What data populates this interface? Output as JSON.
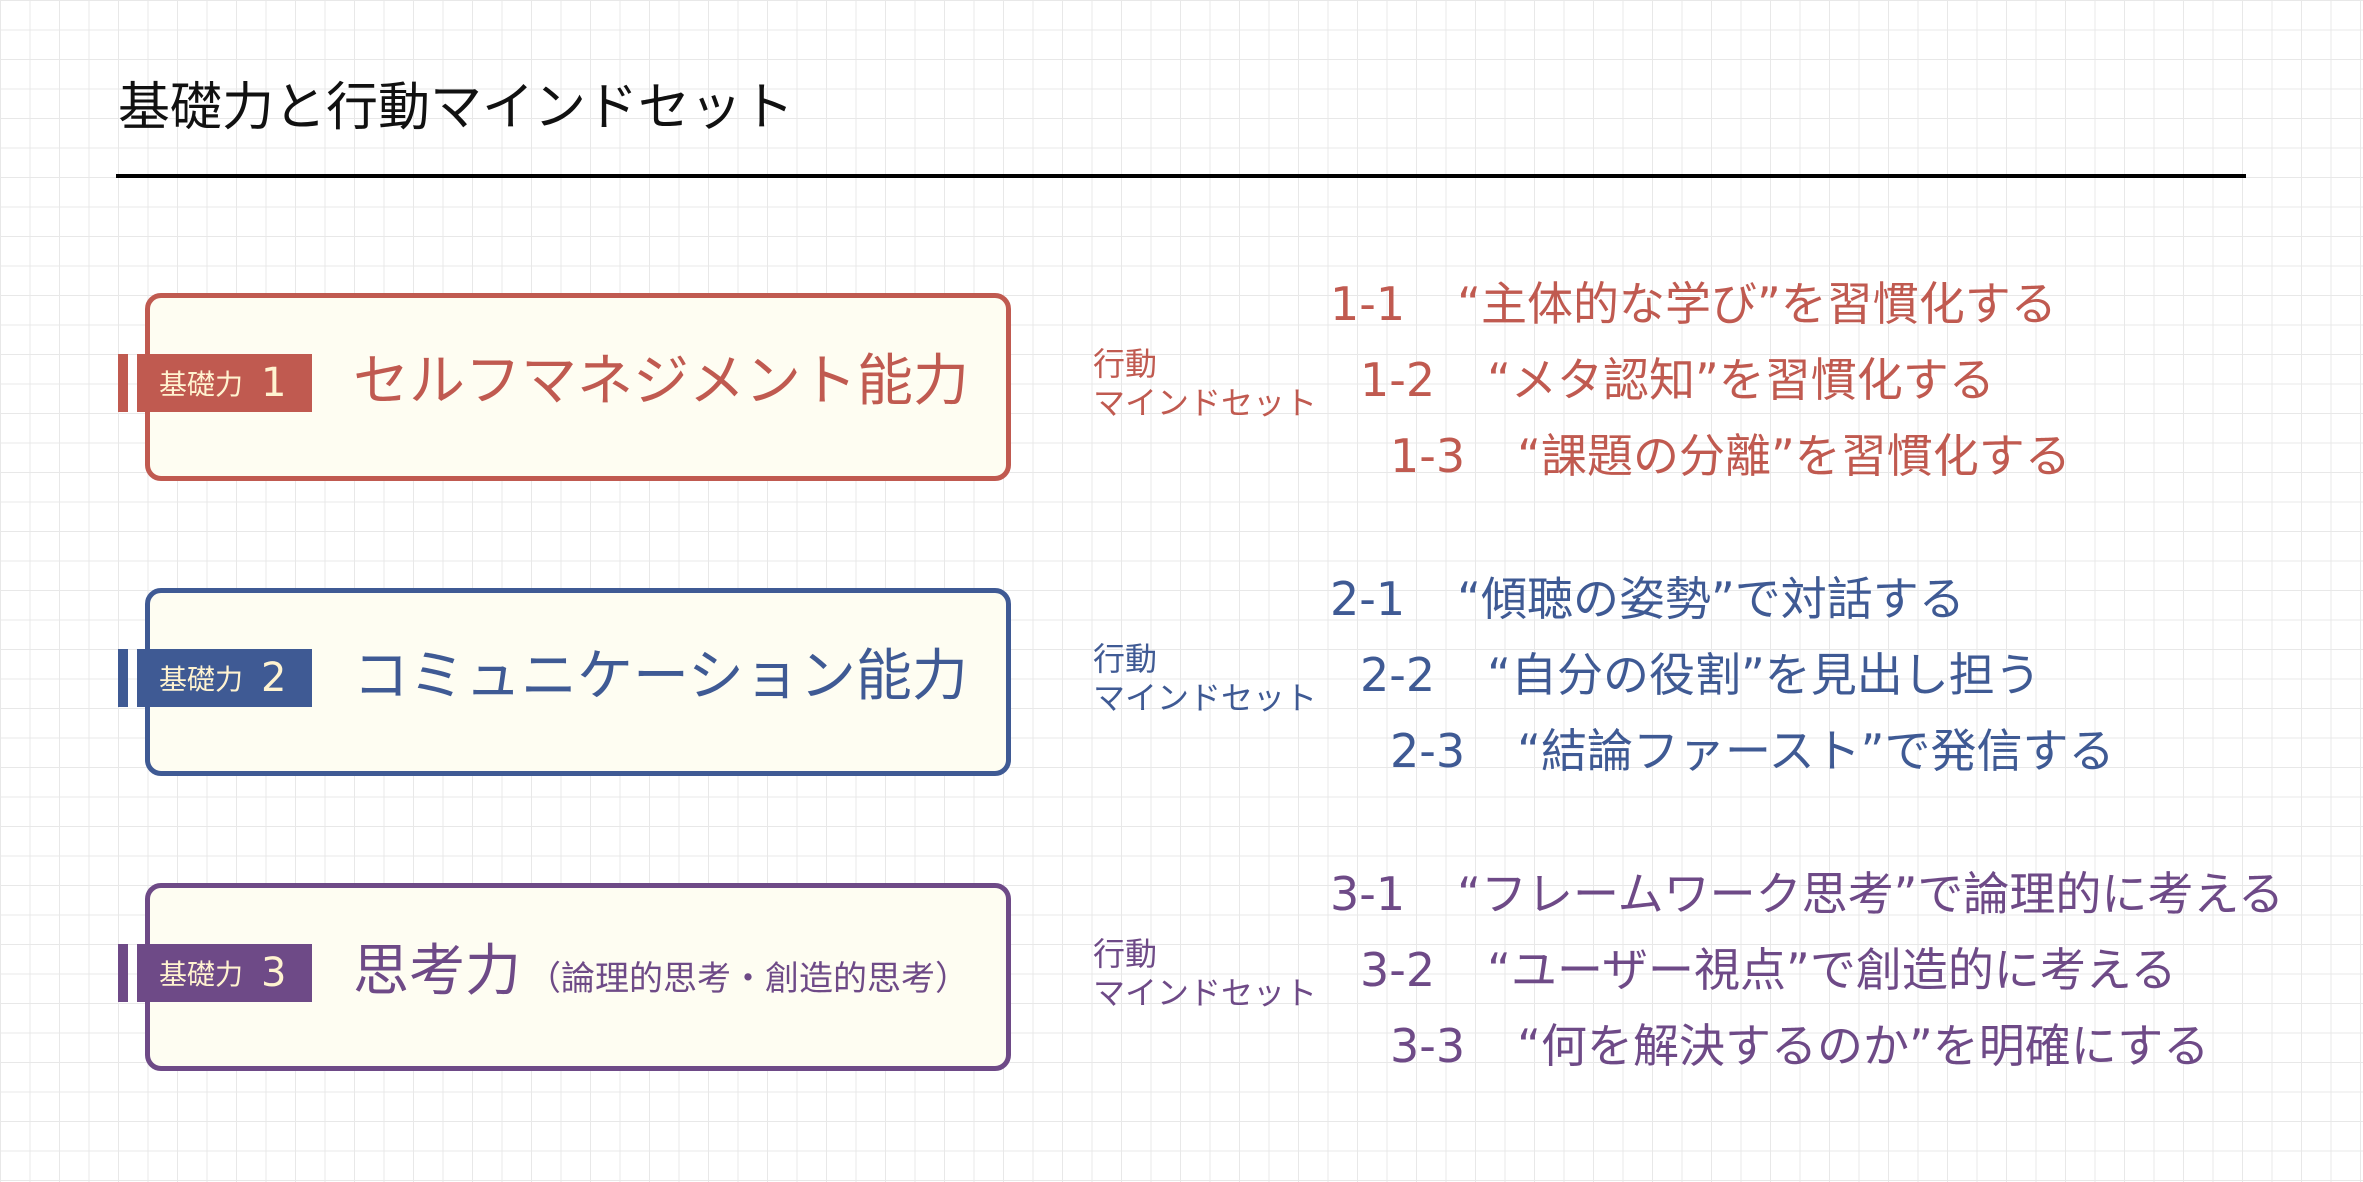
{
  "page": {
    "title": "基礎力と行動マインドセット"
  },
  "colors": {
    "red": "#c05a50",
    "blue": "#3f5a94",
    "purple": "#6e4a87",
    "box_fill": "#fefdf2",
    "badge_text": "#fff3d0"
  },
  "abilities": [
    {
      "badge_label": "基礎力",
      "badge_number": "1",
      "title": "セルフマネジメント能力",
      "title_sub": "",
      "mindset_label_line1": "行動",
      "mindset_label_line2": "マインドセット",
      "mindsets": [
        {
          "number": "1-1",
          "text": "“主体的な学び”を習慣化する"
        },
        {
          "number": "1-2",
          "text": "“メタ認知”を習慣化する"
        },
        {
          "number": "1-3",
          "text": "“課題の分離”を習慣化する"
        }
      ]
    },
    {
      "badge_label": "基礎力",
      "badge_number": "2",
      "title": "コミュニケーション能力",
      "title_sub": "",
      "mindset_label_line1": "行動",
      "mindset_label_line2": "マインドセット",
      "mindsets": [
        {
          "number": "2-1",
          "text": "“傾聴の姿勢”で対話する"
        },
        {
          "number": "2-2",
          "text": "“自分の役割”を見出し担う"
        },
        {
          "number": "2-3",
          "text": "“結論ファースト”で発信する"
        }
      ]
    },
    {
      "badge_label": "基礎力",
      "badge_number": "3",
      "title": "思考力",
      "title_sub": "（論理的思考・創造的思考）",
      "mindset_label_line1": "行動",
      "mindset_label_line2": "マインドセット",
      "mindsets": [
        {
          "number": "3-1",
          "text": "“フレームワーク思考”で論理的に考える"
        },
        {
          "number": "3-2",
          "text": "“ユーザー視点”で創造的に考える"
        },
        {
          "number": "3-3",
          "text": "“何を解決するのか”を明確にする"
        }
      ]
    }
  ]
}
